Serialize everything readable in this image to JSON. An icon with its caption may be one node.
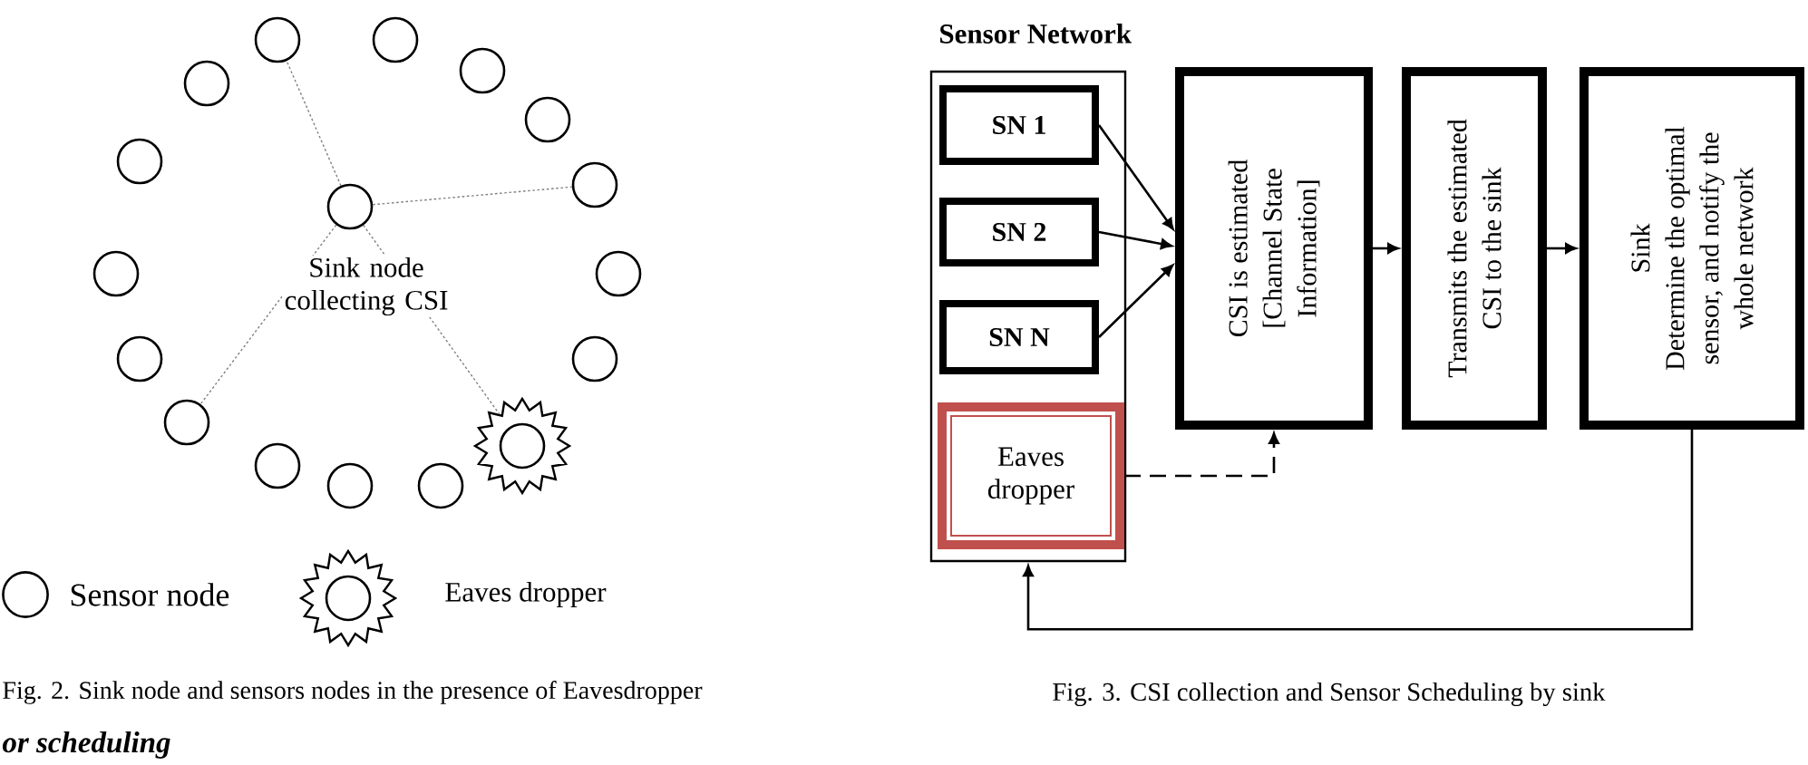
{
  "diagram": {
    "nodes": [
      {
        "text": [],
        "shape": "circle"
      },
      {
        "text": [],
        "shape": "circle"
      },
      {
        "text": [],
        "shape": "circle"
      },
      {
        "text": [],
        "shape": "circle"
      },
      {
        "text": [],
        "shape": "circle"
      },
      {
        "text": [],
        "shape": "circle"
      },
      {
        "text": [],
        "shape": "circle"
      },
      {
        "text": [],
        "shape": "circle",
        "beside": [
          "Sink node collecting CSI"
        ]
      },
      {
        "text": [],
        "shape": "circle"
      },
      {
        "text": [],
        "shape": "circle"
      },
      {
        "text": [],
        "shape": "circle"
      },
      {
        "text": [],
        "shape": "circle"
      },
      {
        "text": [],
        "shape": "circle"
      },
      {
        "text": [],
        "shape": "star"
      },
      {
        "text": [],
        "shape": "circle"
      },
      {
        "text": [],
        "shape": "circle"
      },
      {
        "text": [],
        "shape": "circle"
      },
      {
        "text": [
          "Sensor Network"
        ]
      },
      {
        "text": [
          "SN 1"
        ],
        "in": 17
      },
      {
        "text": [
          "SN 2"
        ],
        "in": 17
      },
      {
        "text": [
          "SN N"
        ],
        "in": 17
      },
      {
        "text": [
          "Eaves dropper"
        ],
        "in": 17
      },
      {
        "text": [
          "CSI is estimated [Channel State Information]"
        ]
      },
      {
        "text": [
          "Transmits the estimated CSI to the sink"
        ]
      },
      {
        "text": [
          "Sink",
          "Determine the optimal sensor, and notify the whole network"
        ]
      }
    ],
    "edges": [
      {
        "from": 7,
        "to": 0,
        "arrow": "none",
        "style": "dashed",
        "color": "#808080"
      },
      {
        "from": 7,
        "to": 6,
        "arrow": "none",
        "style": "dashed",
        "color": "#808080"
      },
      {
        "from": 7,
        "to": 12,
        "arrow": "none",
        "style": "dashed",
        "color": "#808080"
      },
      {
        "from": 7,
        "to": 13,
        "arrow": "none",
        "style": "dashed",
        "color": "#808080"
      },
      {
        "from": 18,
        "to": 22,
        "arrow": "to"
      },
      {
        "from": 19,
        "to": 22,
        "arrow": "to"
      },
      {
        "from": 20,
        "to": 22,
        "arrow": "to"
      },
      {
        "from": 21,
        "to": 22,
        "arrow": "to",
        "style": "dashed"
      },
      {
        "from": 22,
        "to": 23,
        "arrow": "to"
      },
      {
        "from": 23,
        "to": 24,
        "arrow": "to"
      },
      {
        "from": 24,
        "to": 17,
        "arrow": "to"
      }
    ],
    "labels": [
      "Fig. 2. Sink node and sensors nodes in the presence of Eavesdropper",
      "Fig. 3. CSI collection and Sensor Scheduling by sink",
      "or scheduling"
    ],
    "legend": [
      {
        "text": "Sensor node"
      },
      {
        "text": "Eaves dropper"
      }
    ]
  }
}
